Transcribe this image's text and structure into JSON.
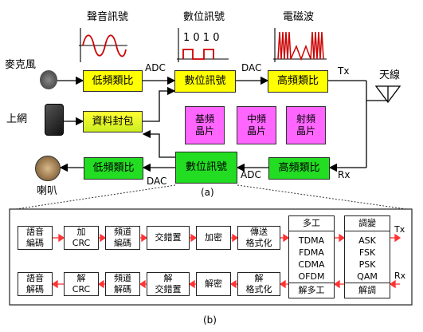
{
  "top": {
    "sig_labels": {
      "audio": "聲音訊號",
      "digital": "數位訊號",
      "em": "電磁波"
    },
    "bits": "1 0 1 0",
    "mic_label": "麥克風",
    "phone_label": "上網",
    "speaker_label": "喇叭",
    "antenna_label": "天線",
    "tx_row": {
      "b1": "低頻類比",
      "b2": "數位訊號",
      "b3": "高頻類比"
    },
    "data_pack": "資料封包",
    "rx_row": {
      "b1": "低頻類比",
      "b2": "數位訊號",
      "b3": "高頻類比"
    },
    "chips": {
      "c1": "基頻\n晶片",
      "c2": "中頻\n晶片",
      "c3": "射頻\n晶片"
    },
    "arrows": {
      "adc1": "ADC",
      "dac1": "DAC",
      "tx": "Tx",
      "adc2": "ADC",
      "dac2": "DAC",
      "rx": "Rx"
    },
    "caption": "(a)"
  },
  "bottom": {
    "tx_chain": [
      "語音\n編碼",
      "加\nCRC",
      "頻道\n編碼",
      "交錯置",
      "加密",
      "傳送\n格式化"
    ],
    "rx_chain": [
      "語音\n解碼",
      "解\nCRC",
      "頻道\n解碼",
      "解\n交錯置",
      "解密",
      "解\n格式化"
    ],
    "mux_top": "多工",
    "mux_items": [
      "TDMA",
      "FDMA",
      "CDMA",
      "OFDM"
    ],
    "mux_bottom": "解多工",
    "mod_top": "調變",
    "mod_items": [
      "ASK",
      "FSK",
      "PSK",
      "QAM"
    ],
    "mod_bottom": "解調",
    "tx": "Tx",
    "rx": "Rx",
    "caption": "(b)"
  },
  "colors": {
    "yellow": "#ffff00",
    "green": "#22dd22",
    "magenta": "#ff66ff"
  }
}
